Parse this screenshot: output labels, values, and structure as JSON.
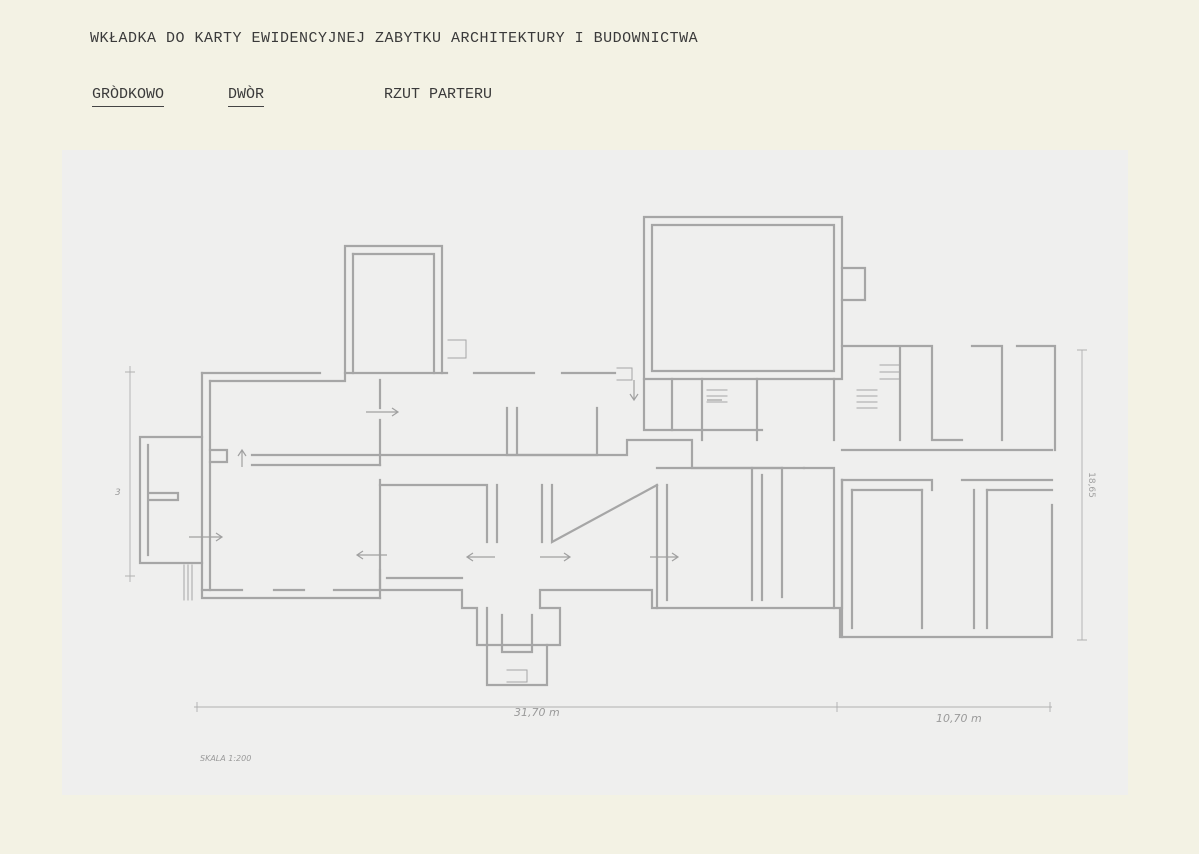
{
  "header": {
    "title": "WKŁADKA DO KARTY EWIDENCYJNEJ ZABYTKU ARCHITEKTURY I BUDOWNICTWA",
    "place": "GRÒDKOWO",
    "object": "DWÒR",
    "drawing": "RZUT PARTERU"
  },
  "plan": {
    "dim_length": "31,70 m",
    "dim_secondary": "10,70 m",
    "dim_depth": "18,65",
    "dim_left": "3",
    "scale": "SKALA 1:200"
  },
  "colors": {
    "paper": "#f3f2e4",
    "sheet": "#efefee",
    "wall": "#a8a8a8"
  }
}
